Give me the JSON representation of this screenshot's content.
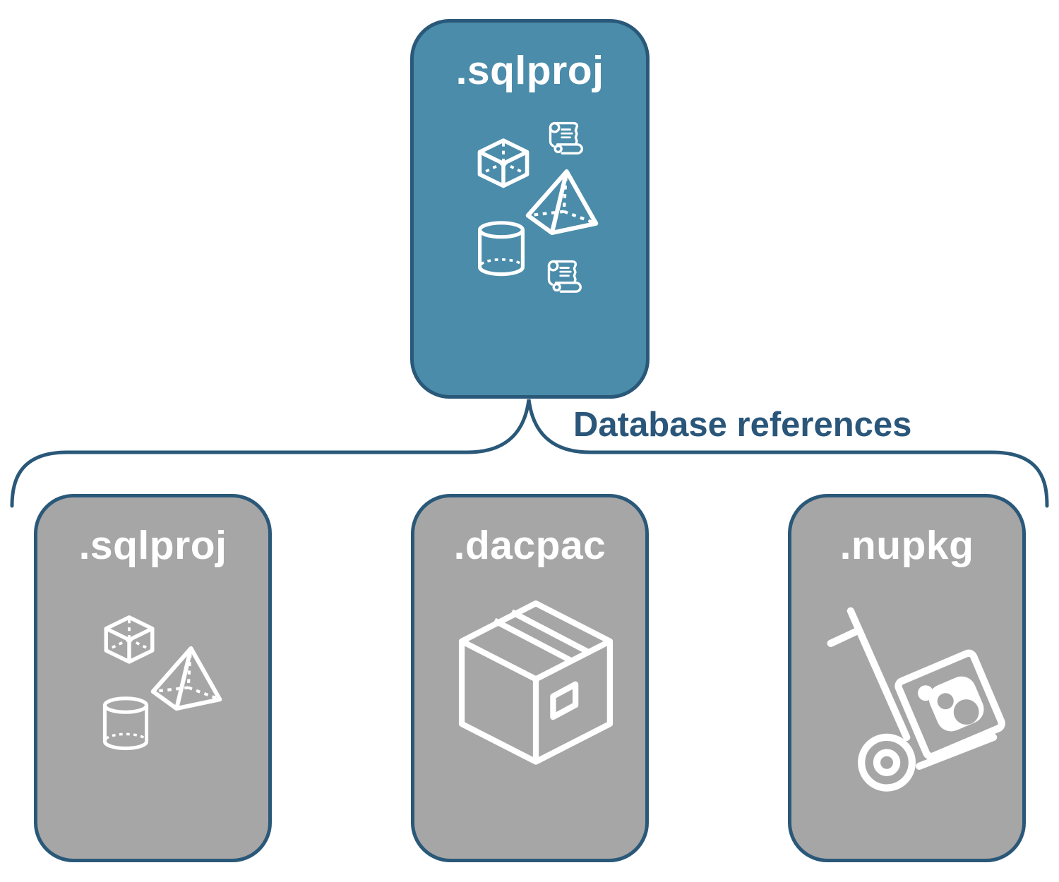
{
  "edge": {
    "label": "Database references"
  },
  "nodes": {
    "root": {
      "label": ".sqlproj",
      "icons": [
        "cube-icon",
        "scroll-icon",
        "pyramid-icon",
        "cylinder-icon",
        "scroll-icon"
      ]
    },
    "children": [
      {
        "label": ".sqlproj",
        "icons": [
          "cube-icon",
          "pyramid-icon",
          "cylinder-icon"
        ]
      },
      {
        "label": ".dacpac",
        "icons": [
          "package-box-icon"
        ]
      },
      {
        "label": ".nupkg",
        "icons": [
          "nuget-hand-truck-icon"
        ]
      }
    ]
  },
  "colors": {
    "root_fill": "#4a8caa",
    "child_fill": "#a6a6a6",
    "outline": "#2a5878",
    "edge_label_text": "#2a567a",
    "icon_stroke": "#ffffff"
  }
}
